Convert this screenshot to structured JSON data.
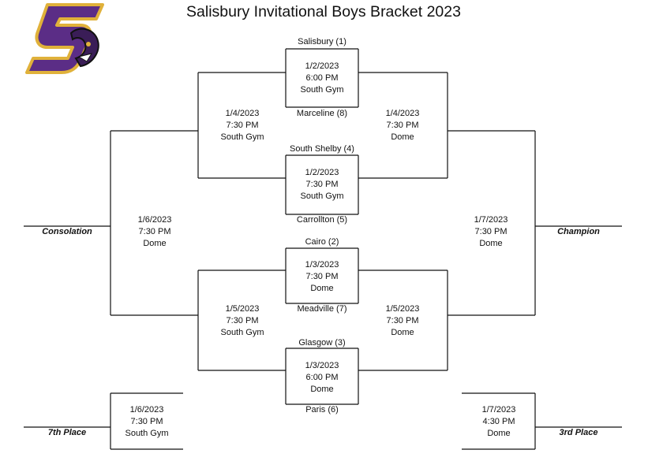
{
  "title": "Salisbury Invitational Boys Bracket 2023",
  "colors": {
    "line": "#111111",
    "logo_purple": "#5b2d86",
    "logo_gold": "#e0b13a"
  },
  "logo": {
    "icon": "salisbury-panther-logo"
  },
  "teams": {
    "salisbury": "Salisbury (1)",
    "marceline": "Marceline (8)",
    "south_shelby": "South Shelby (4)",
    "carrollton": "Carrollton (5)",
    "cairo": "Cairo (2)",
    "meadville": "Meadville (7)",
    "glasgow": "Glasgow (3)",
    "paris": "Paris (6)"
  },
  "games": {
    "g1": {
      "date": "1/2/2023",
      "time": "6:00 PM",
      "venue": "South Gym"
    },
    "g2": {
      "date": "1/2/2023",
      "time": "7:30 PM",
      "venue": "South Gym"
    },
    "g3": {
      "date": "1/3/2023",
      "time": "7:30 PM",
      "venue": "Dome"
    },
    "g4": {
      "date": "1/3/2023",
      "time": "6:00 PM",
      "venue": "Dome"
    },
    "sf_cons_top": {
      "date": "1/4/2023",
      "time": "7:30 PM",
      "venue": "South Gym"
    },
    "sf_win_top": {
      "date": "1/4/2023",
      "time": "7:30 PM",
      "venue": "Dome"
    },
    "sf_cons_bot": {
      "date": "1/5/2023",
      "time": "7:30 PM",
      "venue": "South Gym"
    },
    "sf_win_bot": {
      "date": "1/5/2023",
      "time": "7:30 PM",
      "venue": "Dome"
    },
    "consolation_final": {
      "date": "1/6/2023",
      "time": "7:30 PM",
      "venue": "Dome"
    },
    "championship": {
      "date": "1/7/2023",
      "time": "7:30 PM",
      "venue": "Dome"
    },
    "seventh_place": {
      "date": "1/6/2023",
      "time": "7:30 PM",
      "venue": "South Gym"
    },
    "third_place": {
      "date": "1/7/2023",
      "time": "4:30 PM",
      "venue": "Dome"
    }
  },
  "places": {
    "consolation": "Consolation",
    "champion": "Champion",
    "seventh": "7th Place",
    "third": "3rd Place"
  }
}
